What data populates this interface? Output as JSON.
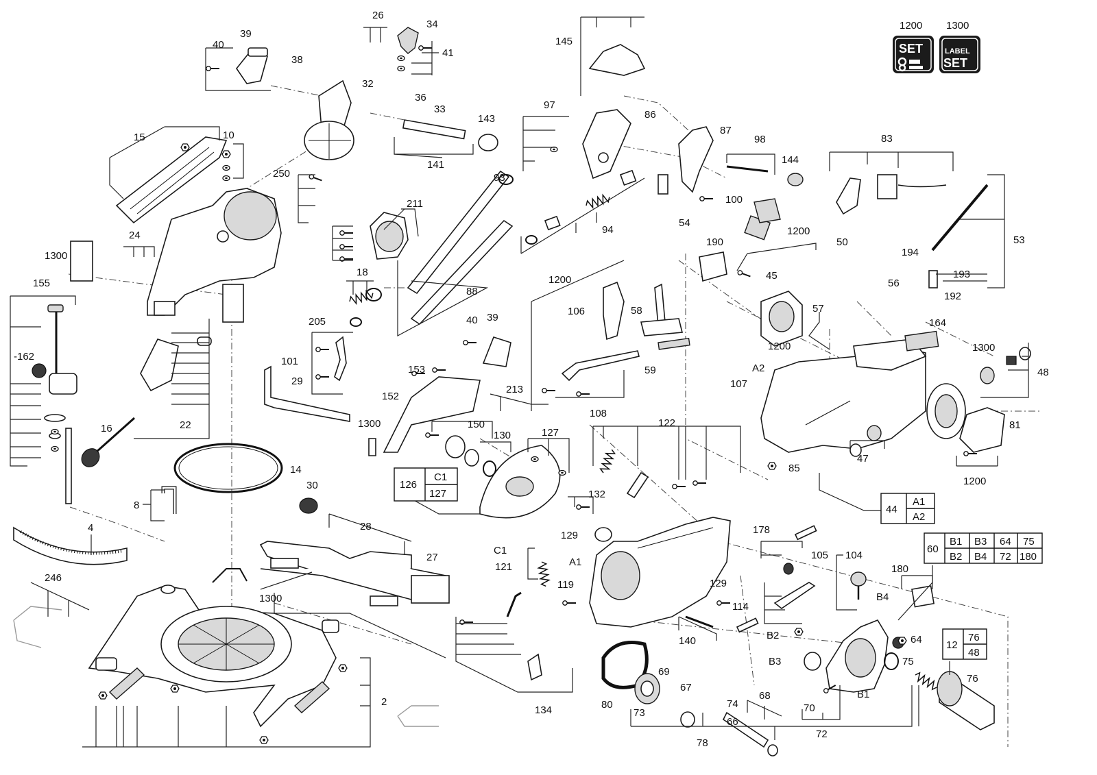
{
  "callouts": {
    "c2": "2",
    "c4": "4",
    "c8": "8",
    "c10": "10",
    "c12": "12",
    "c14": "14",
    "c15": "15",
    "c16": "16",
    "c18": "18",
    "c22": "22",
    "c24": "24",
    "c26": "26",
    "c27": "27",
    "c28": "28",
    "c29": "29",
    "c30": "30",
    "c32": "32",
    "c33": "33",
    "c34": "34",
    "c36": "36",
    "c38": "38",
    "c39a": "39",
    "c39b": "39",
    "c40a": "40",
    "c40b": "40",
    "c41": "41",
    "c44": "44",
    "c45": "45",
    "c47": "47",
    "c48": "48",
    "c50": "50",
    "c53": "53",
    "c54": "54",
    "c56": "56",
    "c57": "57",
    "c58": "58",
    "c59": "59",
    "c60": "60",
    "c64": "64",
    "c66": "66",
    "c67": "67",
    "c68": "68",
    "c69": "69",
    "c70": "70",
    "c72": "72",
    "c73": "73",
    "c74": "74",
    "c75": "75",
    "c76": "76",
    "c78": "78",
    "c80": "80",
    "c81": "81",
    "c83": "83",
    "c85": "85",
    "c86": "86",
    "c87": "87",
    "c88": "88",
    "c93": "93",
    "c94": "94",
    "c97": "97",
    "c98": "98",
    "c100": "100",
    "c101": "101",
    "c104": "104",
    "c105": "105",
    "c106": "106",
    "c107": "107",
    "c108": "108",
    "c114": "114",
    "c119": "119",
    "c121": "121",
    "c122": "122",
    "c126": "126",
    "c127": "127",
    "c129a": "129",
    "c129b": "129",
    "c130": "130",
    "c132": "132",
    "c134": "134",
    "c140": "140",
    "c141": "141",
    "c143": "143",
    "c144": "144",
    "c145": "145",
    "c150": "150",
    "c152": "152",
    "c153": "153",
    "c155": "155",
    "c162": "-162",
    "c164": "164",
    "c178": "178",
    "c180": "180",
    "c190": "190",
    "c192": "192",
    "c193": "193",
    "c194": "194",
    "c205": "205",
    "c211": "211",
    "c213": "213",
    "c246": "246",
    "c250": "250",
    "c1200a": "1200",
    "c1200b": "1200",
    "c1200c": "1200",
    "c1200d": "1200",
    "c1200e": "1200",
    "c1300a": "1300",
    "c1300b": "1300",
    "c1300c": "1300",
    "c1300d": "1300",
    "c1300e": "1300",
    "cA1": "A1",
    "cA2": "A2",
    "cB1": "B1",
    "cB2": "B2",
    "cB3": "B3",
    "cB4": "B4",
    "cC1": "C1"
  },
  "tables": {
    "t126": {
      "left": "126",
      "top": "C1",
      "bottom": "127"
    },
    "t44": {
      "left": "44",
      "top": "A1",
      "bottom": "A2"
    },
    "t12": {
      "left": "12",
      "top": "76",
      "bottom": "48"
    },
    "t60": {
      "left": "60",
      "row1": [
        "B1",
        "B3",
        "64",
        "75"
      ],
      "row2": [
        "B2",
        "B4",
        "72",
        "180"
      ]
    }
  },
  "badges": {
    "set": {
      "number": "1200",
      "text": "SET"
    },
    "label_set": {
      "number": "1300",
      "line1": "LABEL",
      "line2": "SET"
    }
  },
  "icons": [
    "screw-icon",
    "washer-icon",
    "spring-icon",
    "knob-icon",
    "nut-icon",
    "tools-icon"
  ],
  "colors": {
    "line": "#1a1a1a",
    "fill_light": "#d9d9d9",
    "badge": "#1b1b1b"
  }
}
